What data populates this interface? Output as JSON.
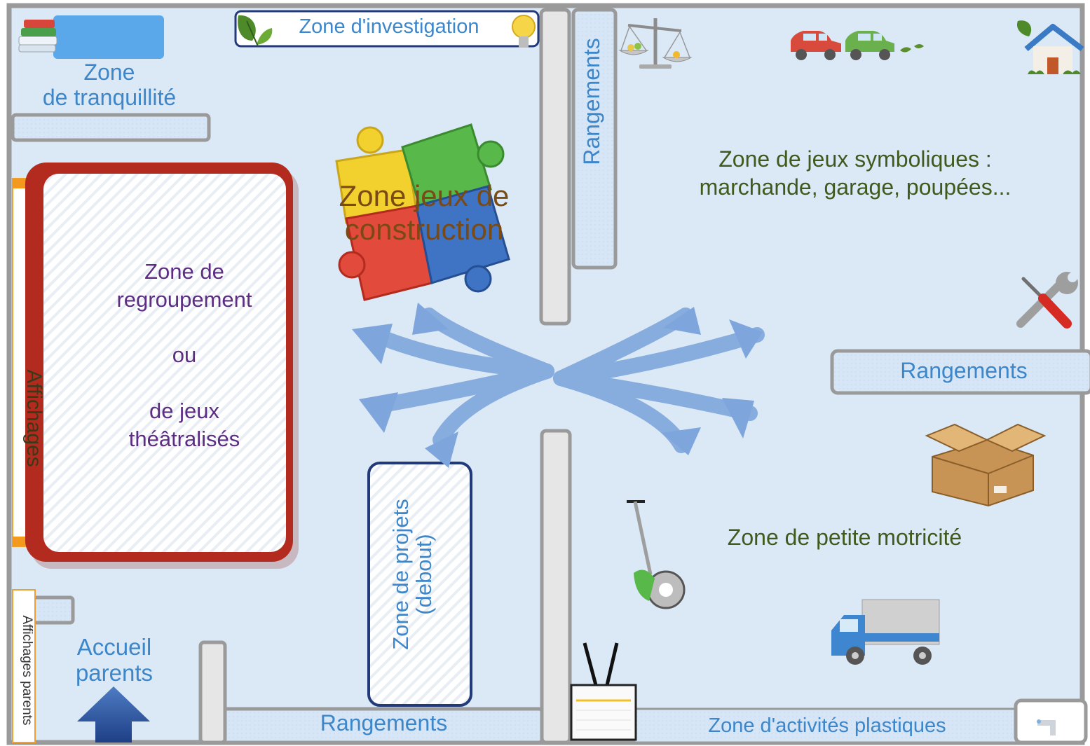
{
  "title": "Zone d'investigation",
  "zones": {
    "tranquillite": [
      "Zone",
      "de tranquillité"
    ],
    "regroupement": [
      "Zone de",
      "regroupement",
      "",
      "ou",
      "",
      "de jeux",
      "théâtralisés"
    ],
    "construction": [
      "Zone jeux de",
      "construction"
    ],
    "symboliques": [
      "Zone de jeux symboliques :",
      "marchande, garage, poupées..."
    ],
    "motricite": "Zone de petite motricité",
    "projets": [
      "Zone de projets",
      "(debout)"
    ],
    "plastiques": "Zone d'activités plastiques",
    "accueil": [
      "Accueil",
      "parents"
    ]
  },
  "labels": {
    "affichages": "Affichages",
    "affichages_parents": "Affichages parents",
    "rangements_top": "Rangements",
    "rangements_right": "Rangements",
    "rangements_bottom": "Rangements"
  },
  "colors": {
    "floor": "#dbe8f5",
    "wall": "#9a9a9a",
    "storage": "#d6e6f6",
    "mat_border": "#b22b1e",
    "label_blue": "#3d86c9",
    "label_green": "#3f5a1c",
    "label_purple": "#5c2d82",
    "arrow": "#7ea6dc"
  },
  "icons": [
    "books-icon",
    "leaf-icon",
    "lightbulb-icon",
    "scales-icon",
    "cars-icon",
    "house-icon",
    "puzzle-icon",
    "tools-icon",
    "box-icon",
    "scooter-icon",
    "truck-icon",
    "easel-icon",
    "faucet-icon",
    "up-arrow-icon"
  ]
}
